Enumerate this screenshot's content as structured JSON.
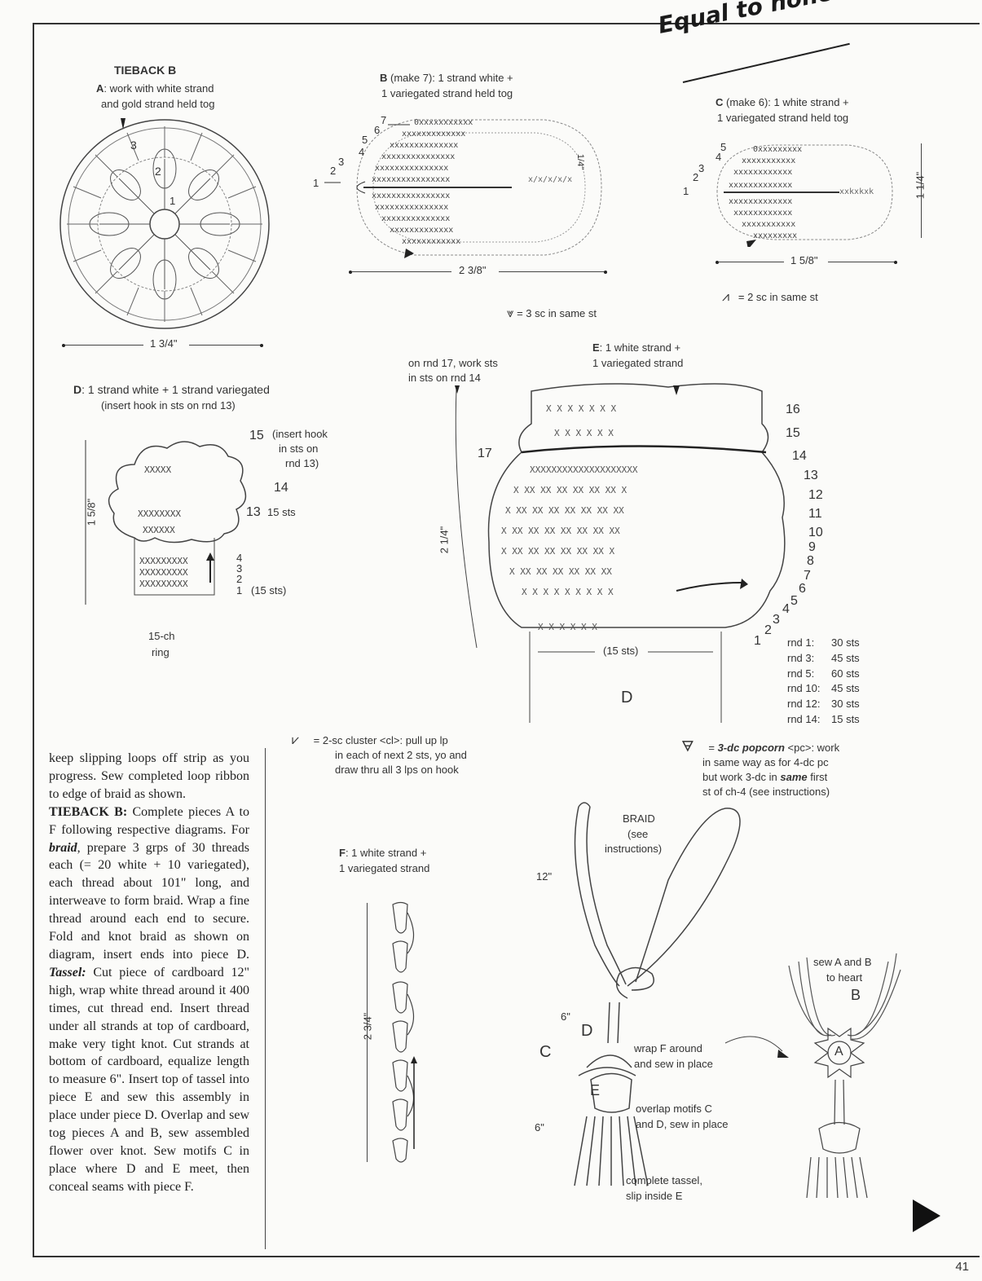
{
  "brand": "Equal to none",
  "page_number": "41",
  "tieback_title": "TIEBACK B",
  "piece_a": {
    "letter": "A",
    "label": ": work with white strand",
    "label2": "and gold strand held tog",
    "dimension": "1 3/4\""
  },
  "piece_b": {
    "letter": "B",
    "label": " (make 7):  1 strand white +",
    "label2": "1 variegated strand held tog",
    "dimension": "2 3/8\"",
    "legend": "= 3 sc in same st",
    "rows": [
      "1",
      "2",
      "3",
      "4",
      "5",
      "6",
      "7"
    ],
    "height_label": "1/4\""
  },
  "piece_c": {
    "letter": "C",
    "label": " (make 6):  1 white strand +",
    "label2": "1 variegated strand held tog",
    "dimension": "1 5/8\"",
    "height": "1 1/4\"",
    "legend": "= 2 sc in same st",
    "rows": [
      "1",
      "2",
      "3",
      "4",
      "5"
    ]
  },
  "piece_d": {
    "letter": "D",
    "label": ": 1 strand white + 1 strand variegated",
    "label2": "(insert hook in sts on rnd 13)",
    "height": "1 5/8\"",
    "note15": "(insert hook",
    "note15b": "in  sts on",
    "note15c": "rnd 13)",
    "rnd13_note": "15 sts",
    "rnd1_note": "(15 sts)",
    "ring1": "15-ch",
    "ring2": "ring",
    "rows": [
      "15",
      "14",
      "13",
      "4",
      "3",
      "2",
      "1"
    ]
  },
  "piece_e": {
    "letter": "E",
    "label": ":  1 white strand +",
    "label2": "1 variegated strand",
    "height": "2 1/4\"",
    "note1": "on rnd 17, work sts",
    "note2": "in sts on rnd 14",
    "bottom_sts": "(15 sts)",
    "bottom_letter": "D",
    "rows_right": [
      "16",
      "15",
      "14",
      "13",
      "12",
      "11",
      "10",
      "9",
      "8",
      "7",
      "6",
      "5",
      "4",
      "3",
      "2",
      "1"
    ],
    "row17": "17",
    "rounds": [
      {
        "rnd": "rnd  1:",
        "sts": "30 sts"
      },
      {
        "rnd": "rnd  3:",
        "sts": "45 sts"
      },
      {
        "rnd": "rnd  5:",
        "sts": "60 sts"
      },
      {
        "rnd": "rnd 10:",
        "sts": "45 sts"
      },
      {
        "rnd": "rnd 12:",
        "sts": "30 sts"
      },
      {
        "rnd": "rnd 14:",
        "sts": "15 sts"
      }
    ]
  },
  "legend_cluster": {
    "l1": "= 2-sc cluster <cl>:  pull up lp",
    "l2": "in each of next 2 sts, yo and",
    "l3": "draw thru all 3 lps on hook"
  },
  "legend_popcorn": {
    "name": "3-dc popcorn",
    "l1a": "= ",
    "l1b": " <pc>: work",
    "l2": "in same way as for 4-dc pc",
    "l3a": "but work 3-dc in ",
    "l3b": "same",
    "l3c": " first",
    "l4": "st of ch-4 (see instructions)"
  },
  "piece_f": {
    "letter": "F",
    "label": ":  1 white strand +",
    "label2": "1 variegated strand",
    "height": "2 3/4\""
  },
  "assembly": {
    "braid1": "BRAID",
    "braid2": "(see",
    "braid3": "instructions)",
    "len12": "12\"",
    "len6a": "6\"",
    "len6b": "6\"",
    "d": "D",
    "c": "C",
    "e": "E",
    "wrap1": "wrap F around",
    "wrap2": "and sew in place",
    "overlap1": "overlap motifs C",
    "overlap2": "and D, sew in place",
    "tassel1": "complete tassel,",
    "tassel2": "slip inside E",
    "sew1": "sew A and B",
    "sew2": "to heart",
    "b": "B",
    "a": "A"
  },
  "body_text": {
    "p1": "keep slipping loops off strip as you progress.  Sew completed loop ribbon to edge of braid as shown.",
    "p2_head": "TIEBACK B:",
    "p2a": " Complete pieces A to F following respective diagrams. For ",
    "braid": "braid",
    "p2b": ", prepare 3 grps of 30 threads each (= 20 white + 10 variegated), each thread about 101\" long, and interweave to form braid.  Wrap a fine thread around each end to secure.  Fold and knot braid as shown on diagram, insert ends into piece D. ",
    "tassel": "Tassel:",
    "p2c": " Cut piece of cardboard 12\" high, wrap white thread around it 400 times, cut thread end.  Insert thread under all strands at top of cardboard, make very tight knot.  Cut strands at bottom of cardboard, equalize length to measure 6\".  Insert top of tassel into piece E and sew this assembly in place under piece D. Overlap and sew tog pieces A and B, sew assembled flower over knot.  Sew motifs C in place where D and E meet, then conceal seams with piece F."
  }
}
